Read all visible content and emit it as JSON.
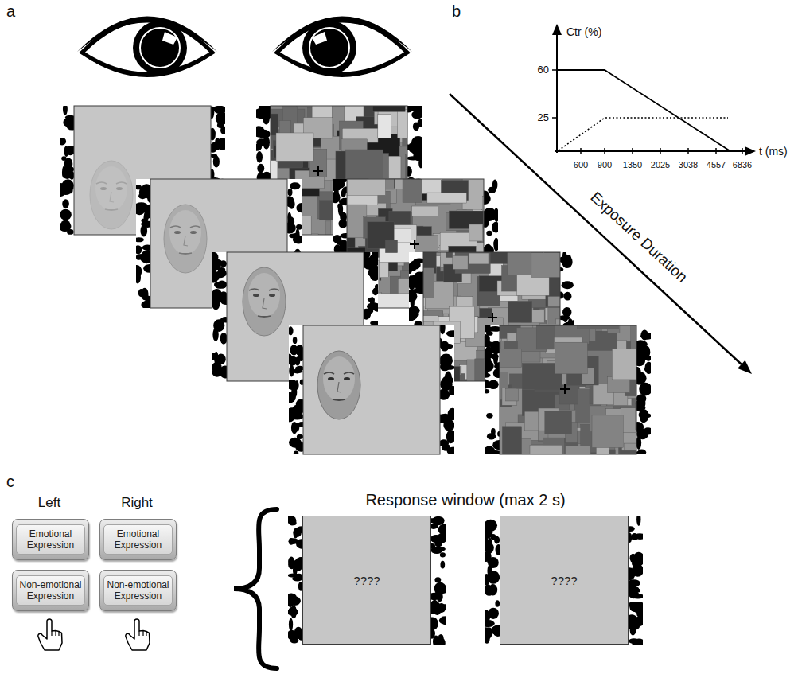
{
  "diagram": {
    "nodes": [
      {
        "text": [
          "Emotional Expression"
        ]
      },
      {
        "text": [
          "Emotional Expression"
        ]
      },
      {
        "text": [
          "Non-emotional Expression"
        ]
      },
      {
        "text": [
          "Non-emotional Expression"
        ]
      },
      {
        "text": [
          "????"
        ]
      },
      {
        "text": [
          "????"
        ]
      }
    ],
    "labels": [
      "a",
      "b",
      "Ctr (%)",
      "60",
      "25",
      "t (ms)",
      "600",
      "900",
      "1350",
      "2025",
      "3038",
      "4557",
      "6836",
      "Exposure Duration",
      "c",
      "Left",
      "Right",
      "Response window (max 2 s)"
    ]
  }
}
